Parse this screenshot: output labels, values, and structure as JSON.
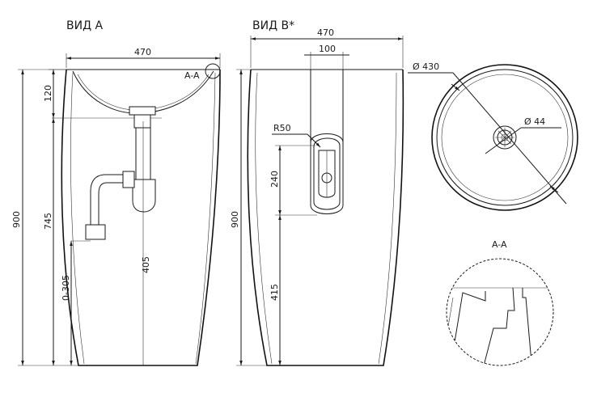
{
  "views": {
    "view_a": {
      "title": "ВИД А",
      "dims": {
        "width": "470",
        "rim_height": "120",
        "total_height": "900",
        "body_height": "745",
        "trap_height": "405",
        "drain_range": "0-305"
      },
      "section_callout": "A-A"
    },
    "view_b": {
      "title": "ВИД В*",
      "dims": {
        "width": "470",
        "opening_width": "100",
        "radius": "R50",
        "opening_height": "240",
        "total_height": "900",
        "opening_offset": "415"
      }
    },
    "top_view": {
      "dims": {
        "outer_diameter": "Ø 430",
        "drain_diameter": "Ø 44"
      }
    },
    "section_detail": {
      "title": "A-A"
    }
  }
}
